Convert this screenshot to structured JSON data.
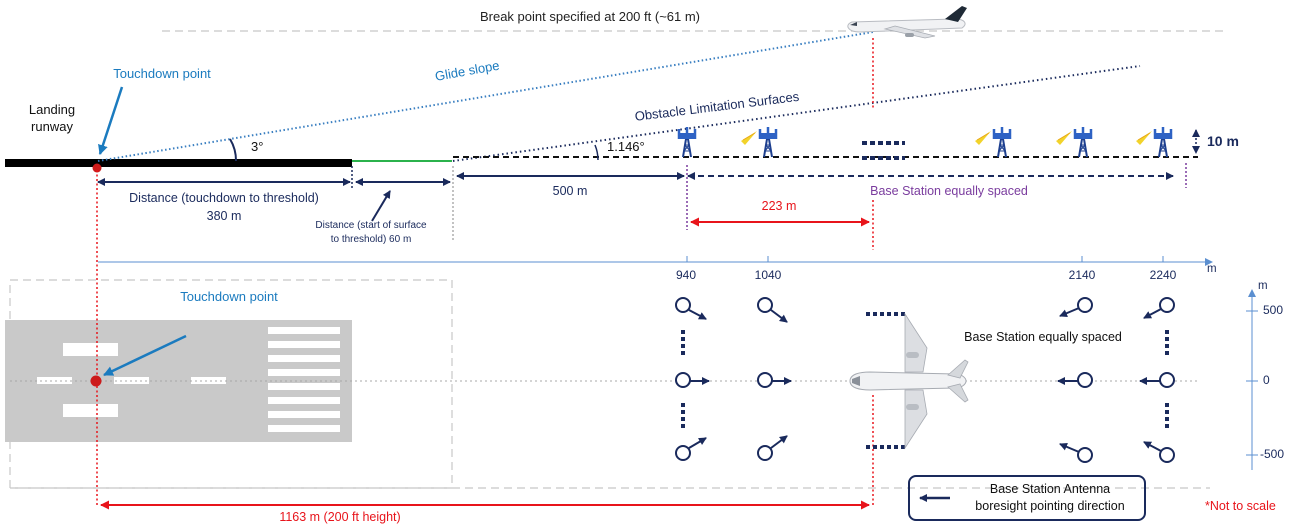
{
  "profile": {
    "break_point": "Break point specified at 200 ft (~61 m)",
    "touchdown_point": "Touchdown point",
    "landing_runway_line1": "Landing",
    "landing_runway_line2": "runway",
    "glide_slope": "Glide slope",
    "obstacle_surfaces": "Obstacle Limitation Surfaces",
    "glide_angle": "3°",
    "ols_angle": "1.146°",
    "tower_height": "10 m",
    "dist_touchdown_threshold": "Distance (touchdown to threshold)",
    "dist_touchdown_value": "380 m",
    "dist_surface_line1": "Distance (start of surface",
    "dist_surface_line2": "to threshold) 60 m",
    "dist_500": "500 m",
    "bs_equally_spaced": "Base Station equally spaced",
    "dist_223": "223 m"
  },
  "axes": {
    "x_unit": "m",
    "x_ticks": [
      "940",
      "1040",
      "2140",
      "2240"
    ],
    "y_unit": "m",
    "y_ticks": [
      "500",
      "0",
      "-500"
    ]
  },
  "plan": {
    "touchdown_point": "Touchdown point",
    "bs_equally_spaced": "Base Station equally spaced",
    "dist_1163": "1163 m  (200 ft height)"
  },
  "legend": {
    "line1": "Base Station Antenna",
    "line2": "boresight pointing direction"
  },
  "note": "*Not to scale",
  "colors": {
    "runway": "#000000",
    "glide_slope": "#3a7fc1",
    "ols": "#1a2a5c",
    "measure_red": "#e8141b",
    "accent_blue": "#1b7bbf",
    "purple": "#7a3c9e",
    "green": "#2bb24c"
  },
  "icons": {
    "airplane": "airplane-icon",
    "base_station": "cell-tower-icon",
    "antenna": "antenna-direction-icon"
  }
}
